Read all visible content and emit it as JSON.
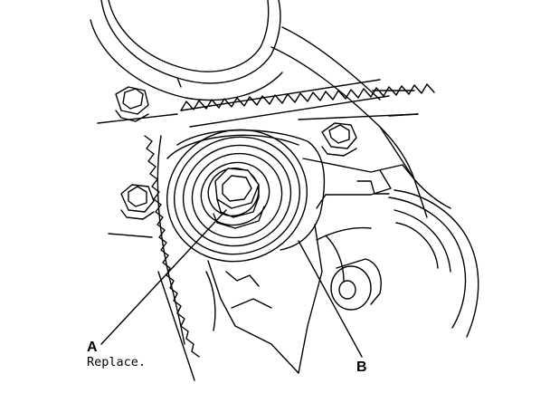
{
  "diagram": {
    "callouts": {
      "a": {
        "letter": "A",
        "note": "Replace."
      },
      "b": {
        "letter": "B"
      }
    }
  },
  "colors": {
    "ink": "#000000",
    "paper": "#ffffff"
  }
}
